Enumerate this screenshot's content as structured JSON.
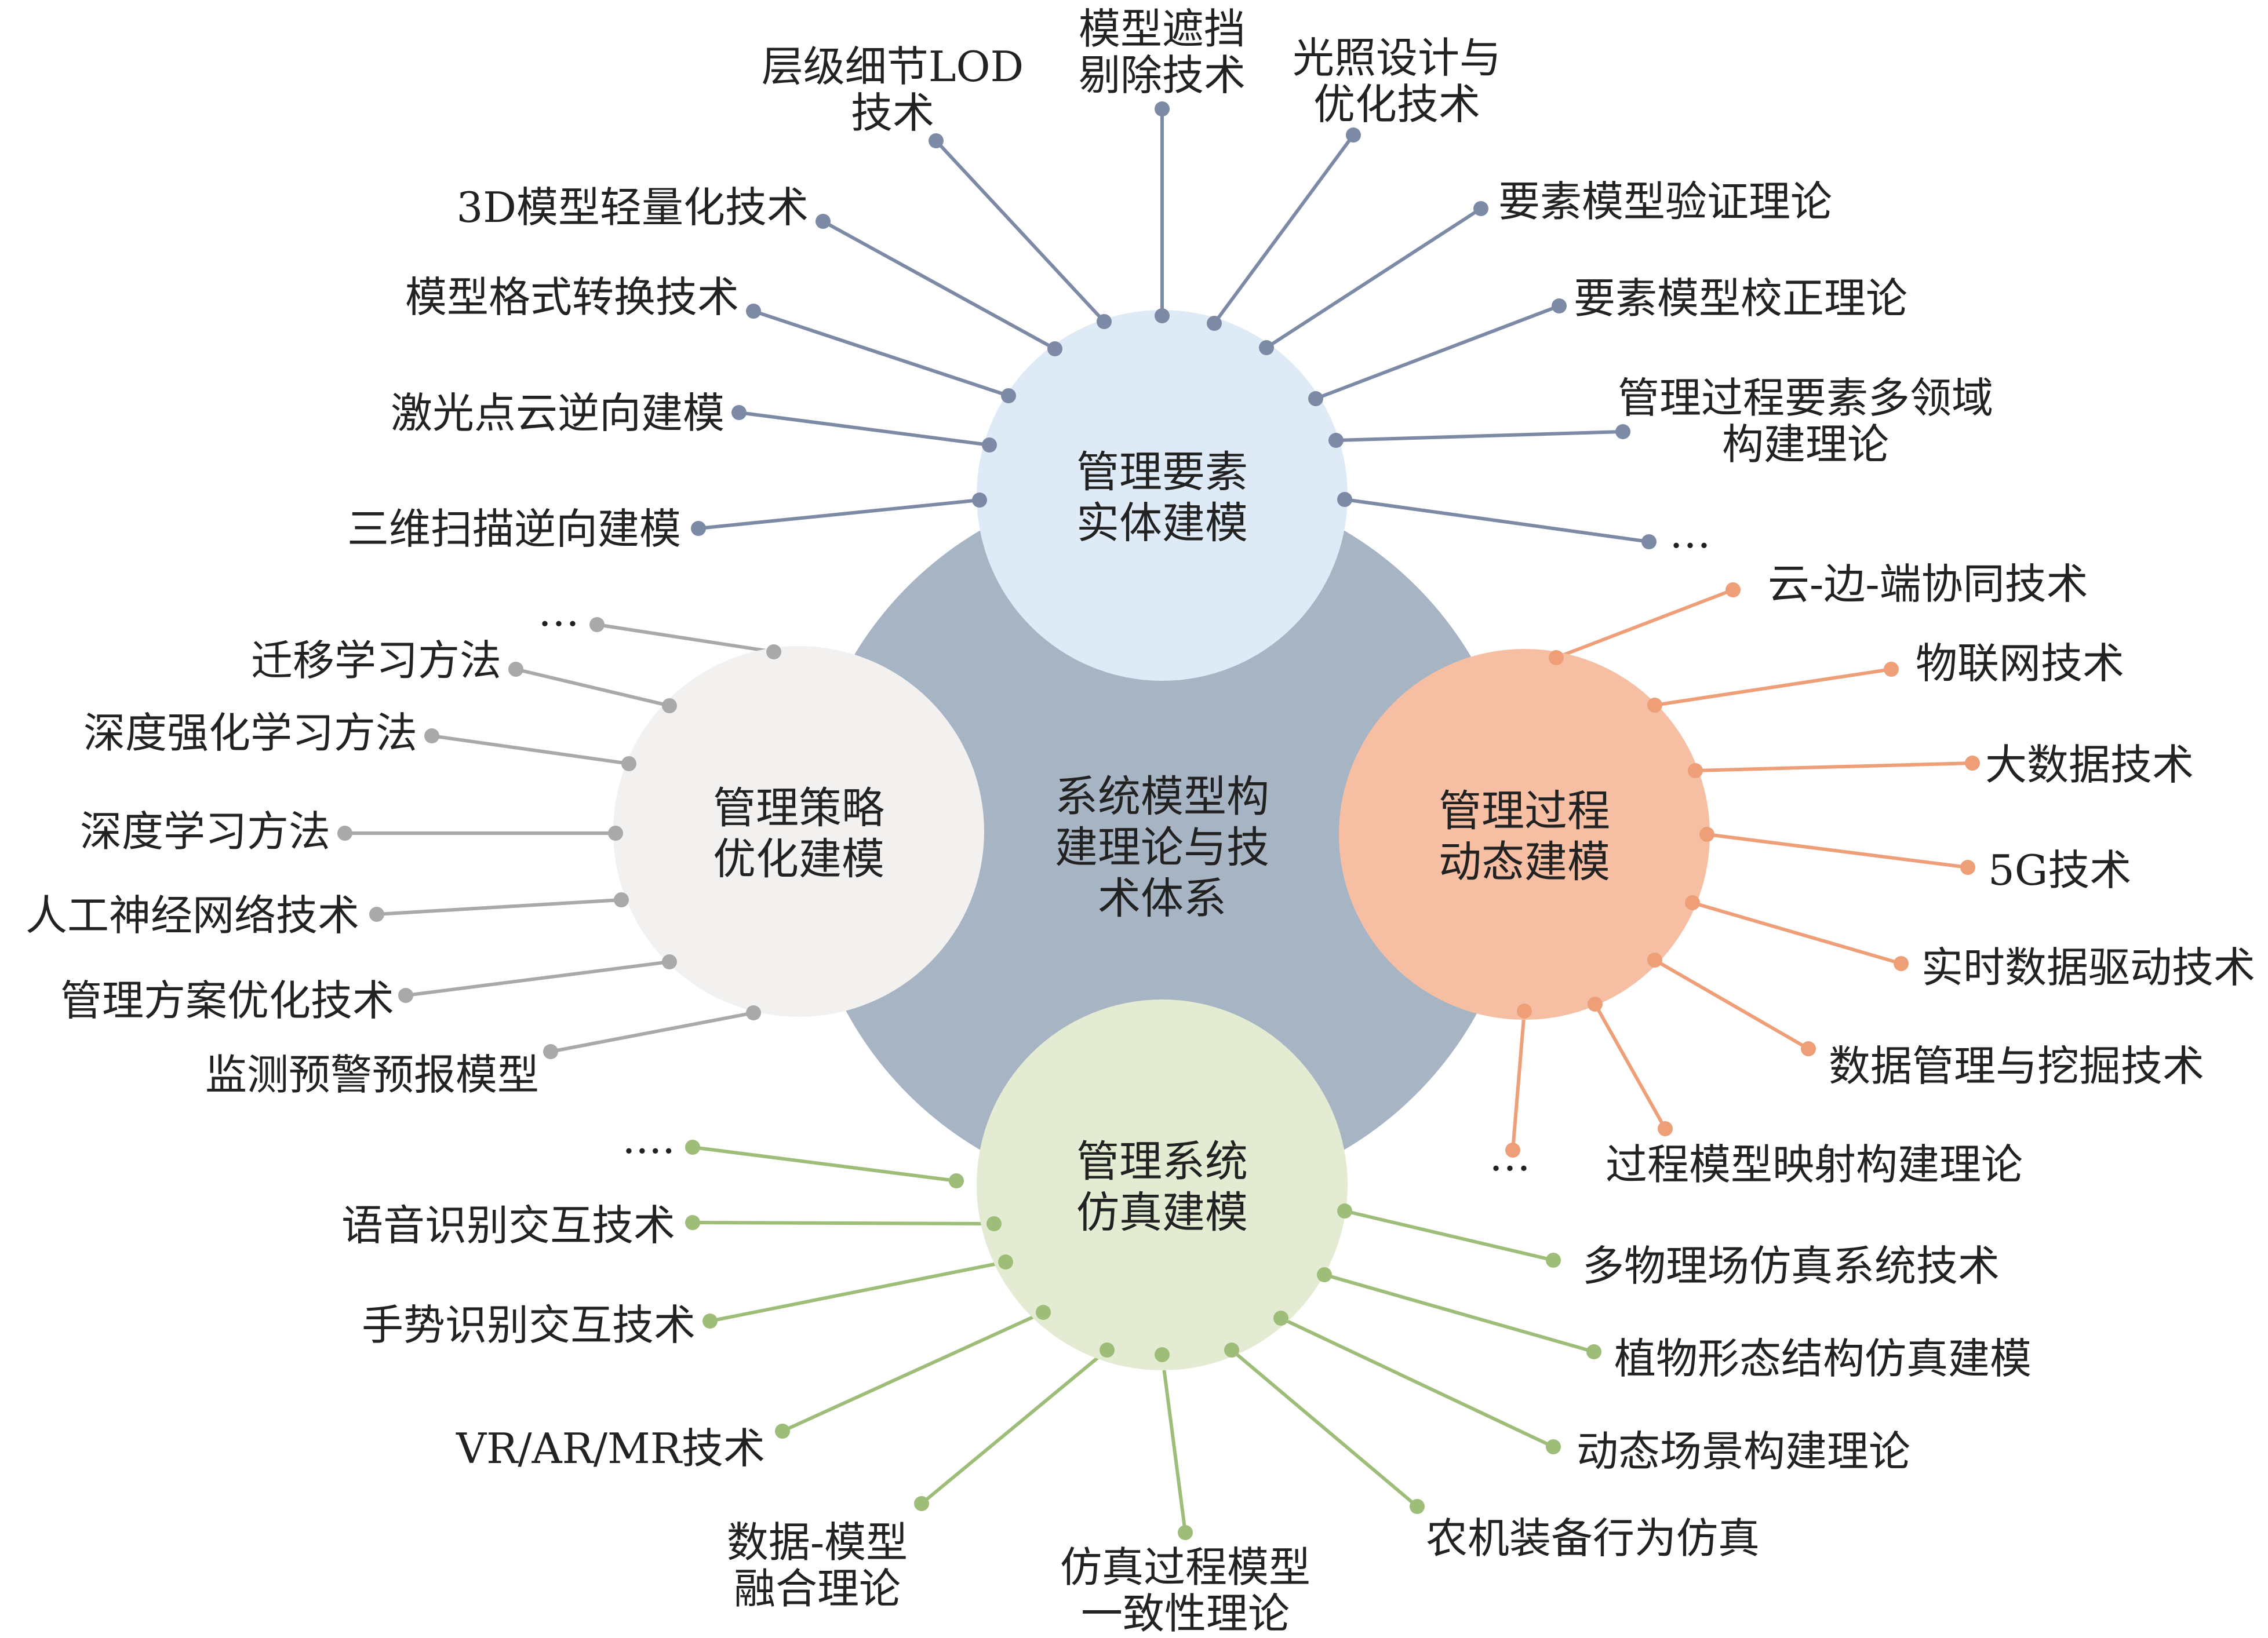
{
  "center": {
    "lines": [
      "系统模型构",
      "建理论与技",
      "术体系"
    ],
    "color": "#a6b4c3"
  },
  "groups": [
    {
      "id": "entity",
      "title": [
        "管理要素",
        "实体建模"
      ],
      "fill": "#deebf6",
      "line_color": "#7d8aa5",
      "items": [
        {
          "lines": [
            "层级细节LOD",
            "技术"
          ]
        },
        {
          "lines": [
            "模型遮挡",
            "剔除技术"
          ]
        },
        {
          "lines": [
            "光照设计与",
            "优化技术"
          ]
        },
        {
          "lines": [
            "3D模型轻量化技术"
          ]
        },
        {
          "lines": [
            "要素模型验证理论"
          ]
        },
        {
          "lines": [
            "模型格式转换技术"
          ]
        },
        {
          "lines": [
            "要素模型校正理论"
          ]
        },
        {
          "lines": [
            "激光点云逆向建模"
          ]
        },
        {
          "lines": [
            "管理过程要素多领域",
            "构建理论"
          ]
        },
        {
          "lines": [
            "三维扫描逆向建模"
          ]
        },
        {
          "lines": [
            "…"
          ]
        }
      ]
    },
    {
      "id": "strategy",
      "title": [
        "管理策略",
        "优化建模"
      ],
      "fill": "#f2f1f0",
      "line_color": "#a9a9a9",
      "items": [
        {
          "lines": [
            "…"
          ]
        },
        {
          "lines": [
            "迁移学习方法"
          ]
        },
        {
          "lines": [
            "深度强化学习方法"
          ]
        },
        {
          "lines": [
            "深度学习方法"
          ]
        },
        {
          "lines": [
            "人工神经网络技术"
          ]
        },
        {
          "lines": [
            "管理方案优化技术"
          ]
        },
        {
          "lines": [
            "监测预警预报模型"
          ]
        }
      ]
    },
    {
      "id": "process",
      "title": [
        "管理过程",
        "动态建模"
      ],
      "fill": "#f6bfa3",
      "line_color": "#ee9f78",
      "items": [
        {
          "lines": [
            "云-边-端协同技术"
          ]
        },
        {
          "lines": [
            "物联网技术"
          ]
        },
        {
          "lines": [
            "大数据技术"
          ]
        },
        {
          "lines": [
            "5G技术"
          ]
        },
        {
          "lines": [
            "实时数据驱动技术"
          ]
        },
        {
          "lines": [
            "数据管理与挖掘技术"
          ]
        },
        {
          "lines": [
            "过程模型映射构建理论"
          ]
        },
        {
          "lines": [
            "…"
          ]
        }
      ]
    },
    {
      "id": "simulation",
      "title": [
        "管理系统",
        "仿真建模"
      ],
      "fill": "#e3ebd2",
      "line_color": "#9ebd79",
      "items": [
        {
          "lines": [
            "...."
          ]
        },
        {
          "lines": [
            "语音识别交互技术"
          ]
        },
        {
          "lines": [
            "手势识别交互技术"
          ]
        },
        {
          "lines": [
            "VR/AR/MR技术"
          ]
        },
        {
          "lines": [
            "数据-模型",
            "融合理论"
          ]
        },
        {
          "lines": [
            "仿真过程模型",
            "一致性理论"
          ]
        },
        {
          "lines": [
            "农机装备行为仿真"
          ]
        },
        {
          "lines": [
            "动态场景构建理论"
          ]
        },
        {
          "lines": [
            "植物形态结构仿真建模"
          ]
        },
        {
          "lines": [
            "多物理场仿真系统技术"
          ]
        }
      ]
    }
  ]
}
